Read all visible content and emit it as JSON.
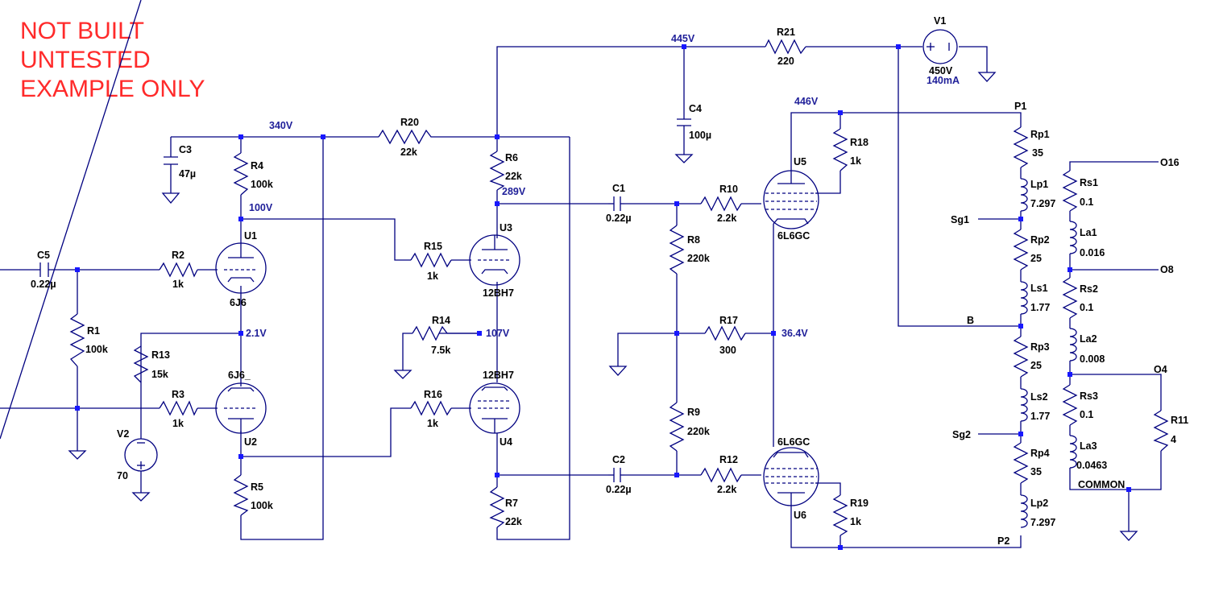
{
  "warning": [
    "NOT BUILT",
    "UNTESTED",
    "EXAMPLE ONLY"
  ],
  "colors": {
    "wire": "#000080",
    "label": "#000000",
    "voltage": "#1f1f99",
    "warning": "#ff2a2a",
    "junction": "#1818ff"
  },
  "nodes": {
    "n445": "445V",
    "n340": "340V",
    "n446": "446V",
    "n100": "100V",
    "n289": "289V",
    "n2_1": "2.1V",
    "n107": "107V",
    "n36_4": "36.4V"
  },
  "resistors": {
    "R21": {
      "name": "R21",
      "value": "220"
    },
    "R20": {
      "name": "R20",
      "value": "22k"
    },
    "R4": {
      "name": "R4",
      "value": "100k"
    },
    "R6": {
      "name": "R6",
      "value": "22k"
    },
    "R18": {
      "name": "R18",
      "value": "1k"
    },
    "R10": {
      "name": "R10",
      "value": "2.2k"
    },
    "R2": {
      "name": "R2",
      "value": "1k"
    },
    "R15": {
      "name": "R15",
      "value": "1k"
    },
    "R8": {
      "name": "R8",
      "value": "220k"
    },
    "R1": {
      "name": "R1",
      "value": "100k"
    },
    "R13": {
      "name": "R13",
      "value": "15k"
    },
    "R14": {
      "name": "R14",
      "value": "7.5k"
    },
    "R17": {
      "name": "R17",
      "value": "300"
    },
    "R3": {
      "name": "R3",
      "value": "1k"
    },
    "R16": {
      "name": "R16",
      "value": "1k"
    },
    "R9": {
      "name": "R9",
      "value": "220k"
    },
    "R12": {
      "name": "R12",
      "value": "2.2k"
    },
    "R5": {
      "name": "R5",
      "value": "100k"
    },
    "R7": {
      "name": "R7",
      "value": "22k"
    },
    "R19": {
      "name": "R19",
      "value": "1k"
    },
    "R11": {
      "name": "R11",
      "value": "4"
    },
    "Rp1": {
      "name": "Rp1",
      "value": "35"
    },
    "Rp2": {
      "name": "Rp2",
      "value": "25"
    },
    "Rp3": {
      "name": "Rp3",
      "value": "25"
    },
    "Rp4": {
      "name": "Rp4",
      "value": "35"
    },
    "Rs1": {
      "name": "Rs1",
      "value": "0.1"
    },
    "Rs2": {
      "name": "Rs2",
      "value": "0.1"
    },
    "Rs3": {
      "name": "Rs3",
      "value": "0.1"
    }
  },
  "capacitors": {
    "C3": {
      "name": "C3",
      "value": "47µ"
    },
    "C4": {
      "name": "C4",
      "value": "100µ"
    },
    "C5": {
      "name": "C5",
      "value": "0.22µ"
    },
    "C1": {
      "name": "C1",
      "value": "0.22µ"
    },
    "C2": {
      "name": "C2",
      "value": "0.22µ"
    }
  },
  "inductors": {
    "Lp1": {
      "name": "Lp1",
      "value": "7.297"
    },
    "Ls1": {
      "name": "Ls1",
      "value": "1.77"
    },
    "Ls2": {
      "name": "Ls2",
      "value": "1.77"
    },
    "Lp2": {
      "name": "Lp2",
      "value": "7.297"
    },
    "La1": {
      "name": "La1",
      "value": "0.016"
    },
    "La2": {
      "name": "La2",
      "value": "0.008"
    },
    "La3": {
      "name": "La3",
      "value": "0.0463"
    }
  },
  "tubes": {
    "U1": {
      "name": "U1",
      "type": "6J6"
    },
    "U2": {
      "name": "U2",
      "type": "6J6_"
    },
    "U3": {
      "name": "U3",
      "type": "12BH7"
    },
    "U4": {
      "name": "U4",
      "type": "12BH7"
    },
    "U5": {
      "name": "U5",
      "type": "6L6GC"
    },
    "U6": {
      "name": "U6",
      "type": "6L6GC"
    }
  },
  "sources": {
    "V1": {
      "name": "V1",
      "value": "450V",
      "current": "140mA"
    },
    "V2": {
      "name": "V2",
      "value": "70"
    }
  },
  "transformer_pins": {
    "P1": "P1",
    "P2": "P2",
    "B": "B",
    "Sg1": "Sg1",
    "Sg2": "Sg2",
    "O16": "O16",
    "O8": "O8",
    "O4": "O4",
    "COMMON": "COMMON"
  }
}
